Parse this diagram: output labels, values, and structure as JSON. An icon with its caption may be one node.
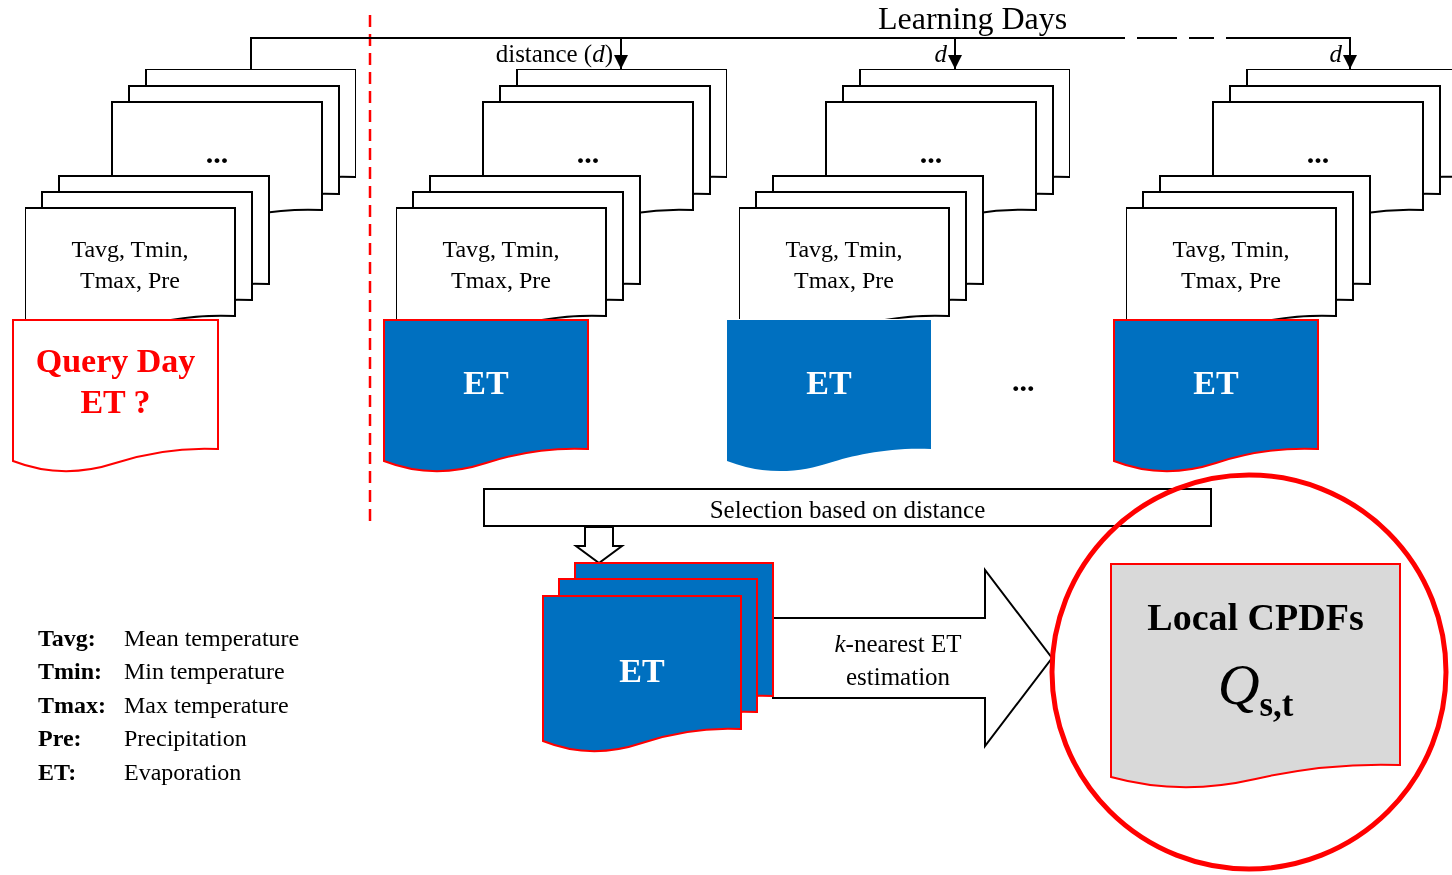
{
  "diagram": {
    "nodes": [
      {
        "text": [
          "...",
          "Tavg, Tmin, Tmax, Pre"
        ]
      },
      {
        "text": [
          "Query Day ET ?"
        ]
      },
      {
        "text": [
          "...",
          "Tavg, Tmin, Tmax, Pre"
        ]
      },
      {
        "text": [
          "ET"
        ]
      },
      {
        "text": [
          "...",
          "Tavg, Tmin, Tmax, Pre"
        ]
      },
      {
        "text": [
          "ET"
        ]
      },
      {
        "text": [
          "...",
          "Tavg, Tmin, Tmax, Pre"
        ]
      },
      {
        "text": [
          "ET"
        ]
      },
      {
        "text": [
          "Selection based on distance"
        ]
      },
      {
        "text": [
          "ET"
        ]
      },
      {
        "text": [],
        "shape": "circle"
      },
      {
        "text": [
          "Local CPDFs",
          "*Q*$_{s,t}$"
        ],
        "in": 10
      }
    ],
    "edges": [
      {
        "from": 0,
        "to": 2,
        "arrow": "to",
        "label": "distance (*d*)"
      },
      {
        "from": 0,
        "to": 4,
        "arrow": "to",
        "label": "*d*"
      },
      {
        "from": 0,
        "to": 6,
        "arrow": "to",
        "label": "*d*",
        "style": "dashed"
      },
      {
        "from": 8,
        "to": 9,
        "arrow": "to",
        "style": "thick"
      },
      {
        "from": 9,
        "to": 10,
        "arrow": "to",
        "style": "thick",
        "label": "*k*-nearest ET estimation"
      }
    ],
    "labels": [
      "Learning Days",
      "...",
      "Tavg:",
      "Mean temperature",
      "Tmin:",
      "Min temperature",
      "Tmax:",
      "Max temperature",
      "Pre:",
      "Precipitation",
      "ET:",
      "Evaporation"
    ]
  }
}
